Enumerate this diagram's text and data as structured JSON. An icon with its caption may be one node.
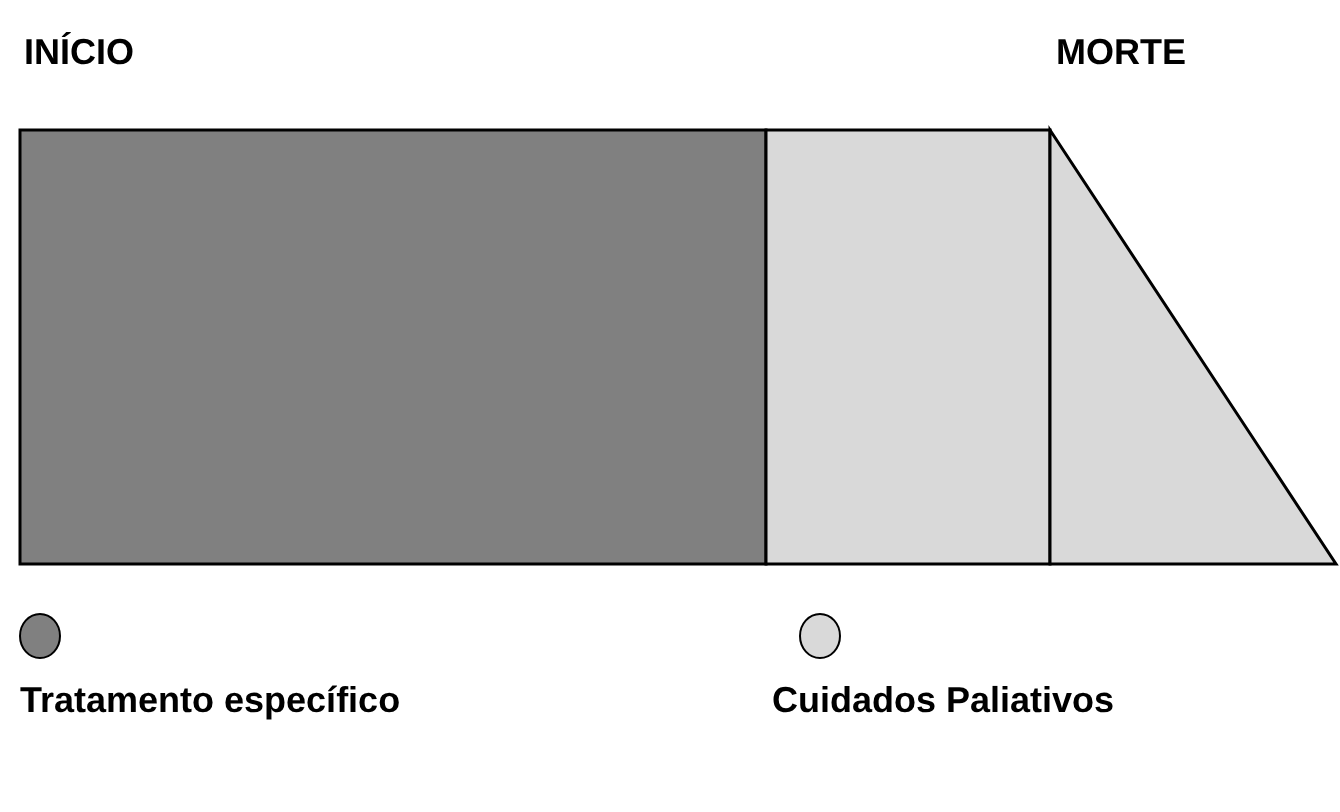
{
  "diagram": {
    "labels": [
      "INÍCIO",
      "MORTE"
    ],
    "legend": [
      {
        "text": "Tratamento específico",
        "color": "#808080"
      },
      {
        "text": "Cuidados Paliativos",
        "color": "#d9d9d9"
      }
    ]
  }
}
